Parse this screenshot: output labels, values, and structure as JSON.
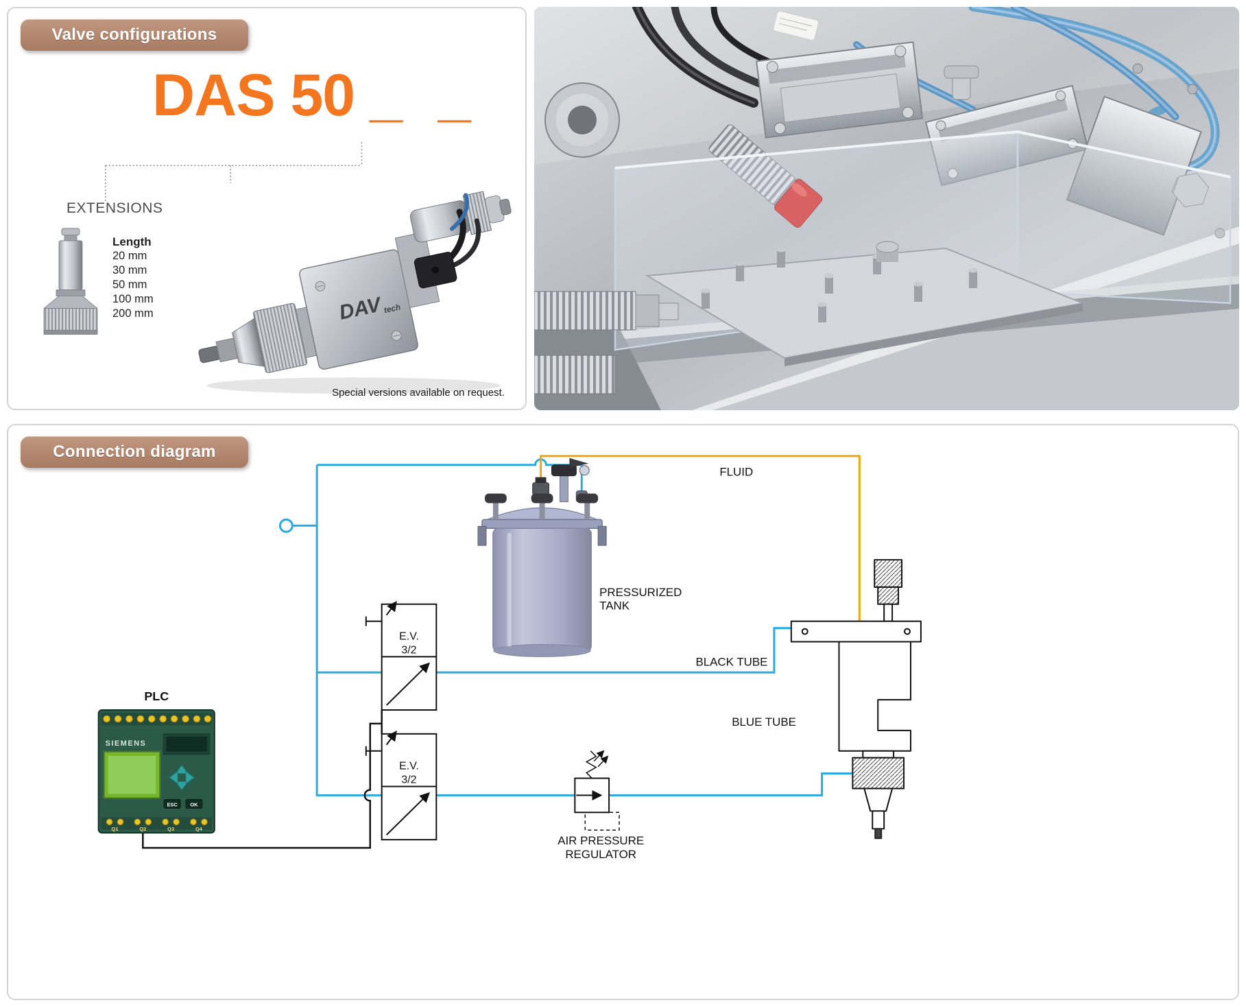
{
  "valve_section": {
    "tab": "Valve configurations",
    "model": "DAS 50",
    "blanks": "_ _",
    "extensions_title": "EXTENSIONS",
    "length_label": "Length",
    "lengths": [
      "20 mm",
      "30 mm",
      "50 mm",
      "100 mm",
      "200 mm"
    ],
    "brand": "DAV",
    "brand_suffix": "tech",
    "footnote": "Special versions available on request."
  },
  "diagram_section": {
    "tab": "Connection diagram",
    "plc_label": "PLC",
    "plc_brand": "SIEMENS",
    "plc_key_esc": "ESC",
    "plc_key_ok": "OK",
    "plc_outputs": [
      "Q1",
      "Q2",
      "Q3",
      "Q4"
    ],
    "ev_valve_1": {
      "line1": "E.V.",
      "line2": "3/2"
    },
    "ev_valve_2": {
      "line1": "E.V.",
      "line2": "3/2"
    },
    "fluid_label": "FLUID",
    "tank_label": {
      "line1": "PRESSURIZED",
      "line2": "TANK"
    },
    "black_tube_label": "BLACK TUBE",
    "blue_tube_label": "BLUE TUBE",
    "regulator_label": {
      "line1": "AIR PRESSURE",
      "line2": "REGULATOR"
    }
  },
  "colors": {
    "accent_orange": "#f4771f",
    "tab_brown": "#b08a72",
    "air_line_blue": "#29abe2",
    "fluid_line_orange": "#f5a50a",
    "plc_green": "#2c5a49"
  }
}
